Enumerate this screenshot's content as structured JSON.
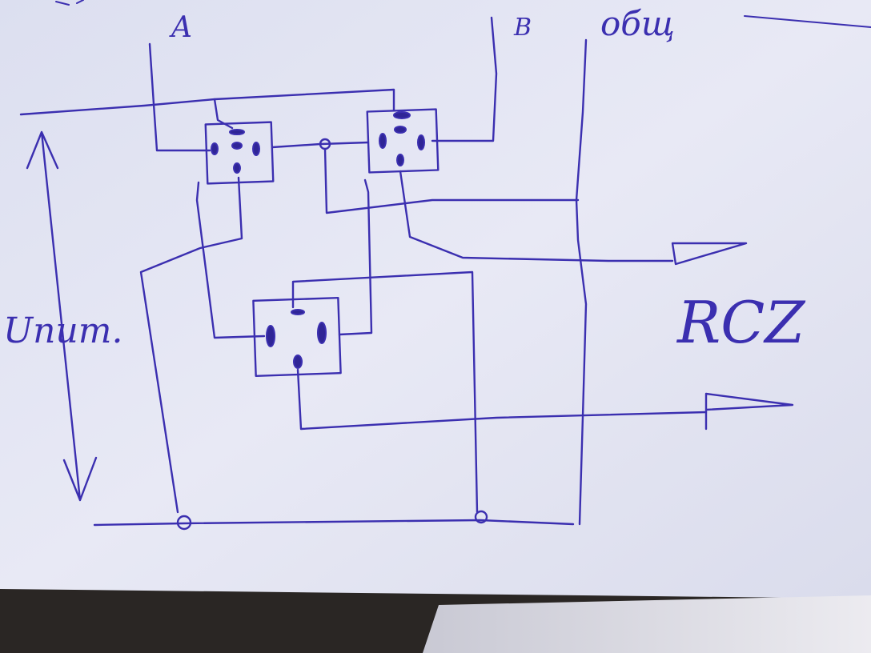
{
  "labels": {
    "input_a": "A",
    "input_b": "B",
    "common": "общ",
    "supply": "Uпит.",
    "output": "RCZ"
  },
  "colors": {
    "paper": "#e4e6f3",
    "ink": "#3b2fb0",
    "background": "#2a2624"
  }
}
